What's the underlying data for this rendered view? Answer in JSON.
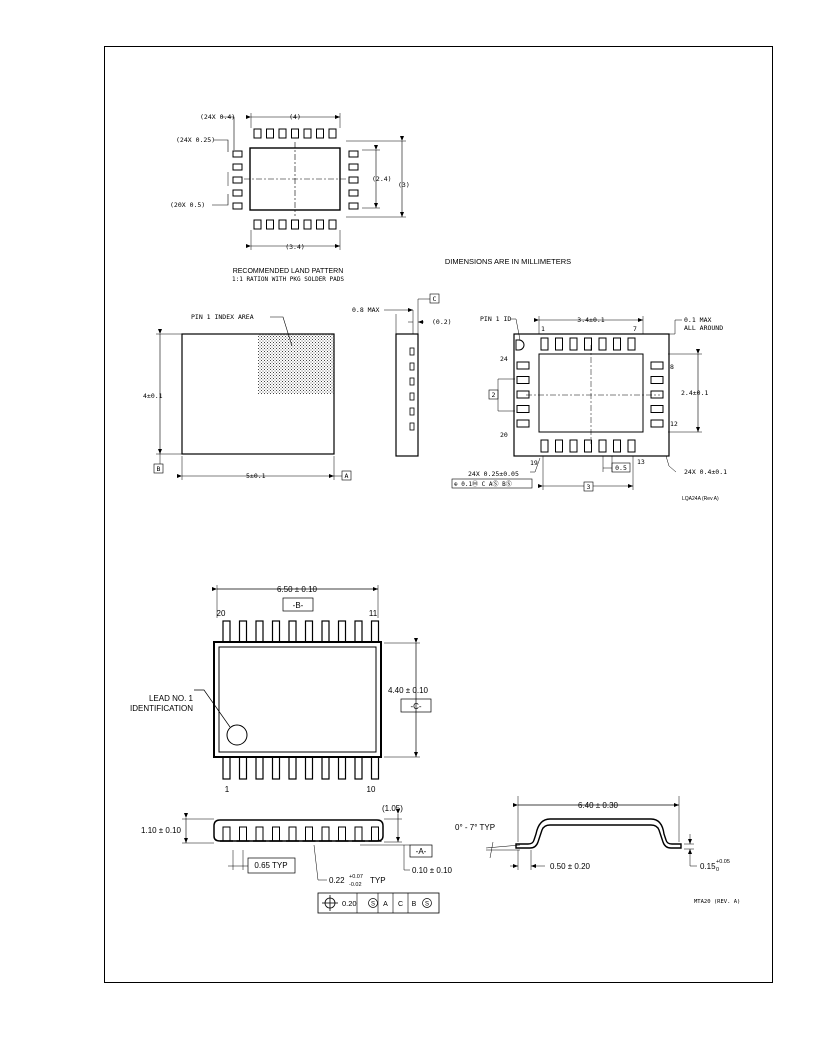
{
  "land_pattern": {
    "dim_top_width": "(4)",
    "dim_24x_04": "(24X 0.4)",
    "dim_24x_025": "(24X 0.25)",
    "dim_20x_05": "(20X 0.5)",
    "dim_inner_height": "(2.4)",
    "dim_outer_height": "(3)",
    "dim_bottom_width": "(3.4)",
    "caption_line1": "RECOMMENDED LAND PATTERN",
    "caption_line2": "1:1 RATION WITH PKG SOLDER PADS"
  },
  "units_note": "DIMENSIONS ARE IN MILLIMETERS",
  "lqa_top": {
    "index_area": "PIN 1 INDEX AREA",
    "height": "4±0.1",
    "width": "5±0.1",
    "datum_b": "B",
    "datum_a": "A"
  },
  "lqa_side": {
    "max_height": "0.8 MAX",
    "standoff": "(0.2)",
    "datum_c": "C"
  },
  "lqa_bottom": {
    "pin1_id": "PIN 1 ID",
    "pin_1": "1",
    "pin_7": "7",
    "pin_8": "8",
    "pin_12": "12",
    "pin_13": "13",
    "pin_19": "19",
    "pin_20": "20",
    "pin_24": "24",
    "width": "3.4±0.1",
    "max_all_around_1": "0.1 MAX",
    "max_all_around_2": "ALL AROUND",
    "pad_height": "2.4±0.1",
    "datum_2": "2",
    "datum_3": "3",
    "pitch": "0.5",
    "pad_width": "24X 0.25±0.05",
    "pad_length": "24X 0.4±0.1",
    "fcf": "⊕ 0.1Ⓜ C AⓈ BⓈ",
    "rev": "LQA24A (Rev A)"
  },
  "tssop_top": {
    "width": "6.50 ± 0.10",
    "datum_b": "-B-",
    "pin_20": "20",
    "pin_11": "11",
    "pin_1": "1",
    "pin_10": "10",
    "height": "4.40 ± 0.10",
    "datum_c": "-C-",
    "lead1_line1": "LEAD NO. 1",
    "lead1_line2": "IDENTIFICATION"
  },
  "tssop_side": {
    "height": "1.10 ± 0.10",
    "body": "(1.05)",
    "datum_a": "-A-",
    "standoff": "0.10 ± 0.10",
    "pitch": "0.65 TYP",
    "lead_width": "0.22",
    "lead_width_plus": "+0.07",
    "lead_width_minus": "-0.02",
    "lead_width_typ": "TYP",
    "fcf_value": "0.20",
    "fcf_a": "A",
    "fcf_c": "C",
    "fcf_b": "B"
  },
  "tssop_end": {
    "angle": "0° - 7° TYP",
    "span": "6.40 ± 0.30",
    "foot": "0.50 ± 0.20",
    "thickness": "0.15",
    "thickness_plus": "+0.05",
    "thickness_minus": "0",
    "rev": "MTA20 (REV. A)"
  }
}
